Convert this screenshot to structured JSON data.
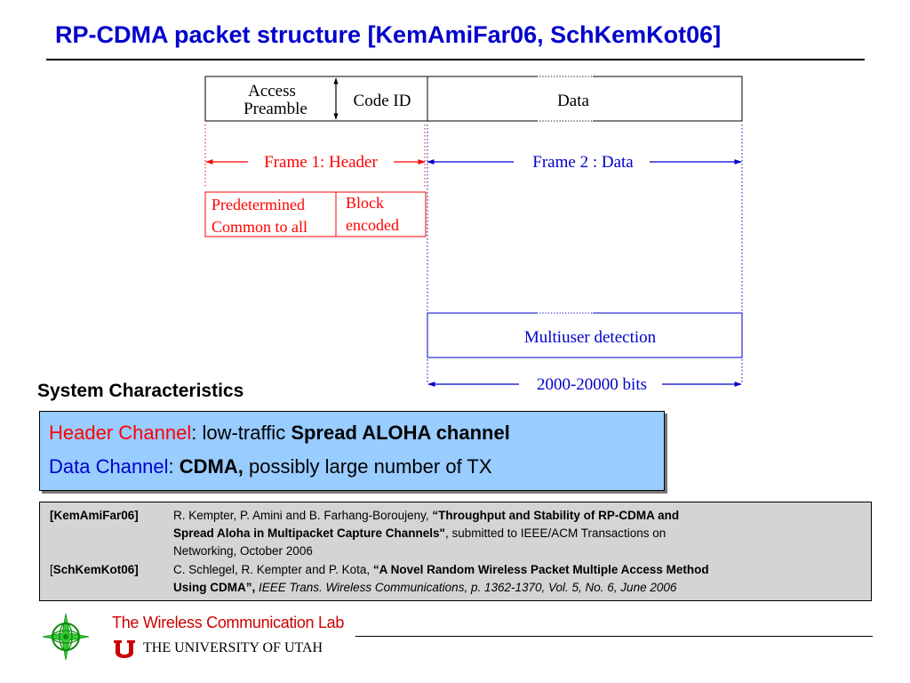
{
  "slide": {
    "title": "RP-CDMA packet structure [KemAmiFar06, SchKemKot06]"
  },
  "diagram": {
    "packet": {
      "access_line1": "Access",
      "access_line2": "Preamble",
      "code_id": "Code ID",
      "data": "Data"
    },
    "frame1_label": "Frame 1: Header",
    "frame2_label": "Frame 2 : Data",
    "header_detail": {
      "left_line1": "Predetermined",
      "left_line2": "Common to all",
      "right_line1": "Block",
      "right_line2": "encoded"
    },
    "mud_label": "Multiuser detection",
    "bits_label": "2000-20000 bits"
  },
  "system": {
    "heading": "System Characteristics",
    "line1": {
      "label": "Header Channel",
      "sep": ": ",
      "mid": "low-traffic ",
      "bold": "Spread ALOHA channel"
    },
    "line2": {
      "label": "Data Channel",
      "sep": ": ",
      "bold": "CDMA,",
      "rest": " possibly large number of TX"
    }
  },
  "references": [
    {
      "key": "[KemAmiFar06]",
      "l1_plain": "R. Kempter, P. Amini and B. Farhang-Boroujeny, ",
      "l1_bold": "“Throughput and Stability of RP-CDMA and",
      "l2_bold": "Spread Aloha in Multipacket Capture Channels\"",
      "l2_plain": ", submitted to IEEE/ACM Transactions on",
      "l3_plain": "Networking, October 2006"
    },
    {
      "key_prefix": "[",
      "key": "SchKemKot06]",
      "l1_plain": "C. Schlegel, R. Kempter and P. Kota, ",
      "l1_bold": "“A Novel Random Wireless Packet Multiple Access Method",
      "l2_bold": "Using CDMA”,",
      "l2_italic": " IEEE Trans. Wireless Communications, p. 1362-1370, Vol. 5, No. 6, June 2006"
    }
  ],
  "footer": {
    "lab": "The Wireless Communication Lab",
    "university": "THE UNIVERSITY OF UTAH"
  },
  "colors": {
    "title_blue": "#0000cc",
    "header_red": "#ff0000",
    "box_fill": "#99ccff",
    "ref_fill": "#d4d4d4",
    "lab_red": "#cc0000"
  }
}
